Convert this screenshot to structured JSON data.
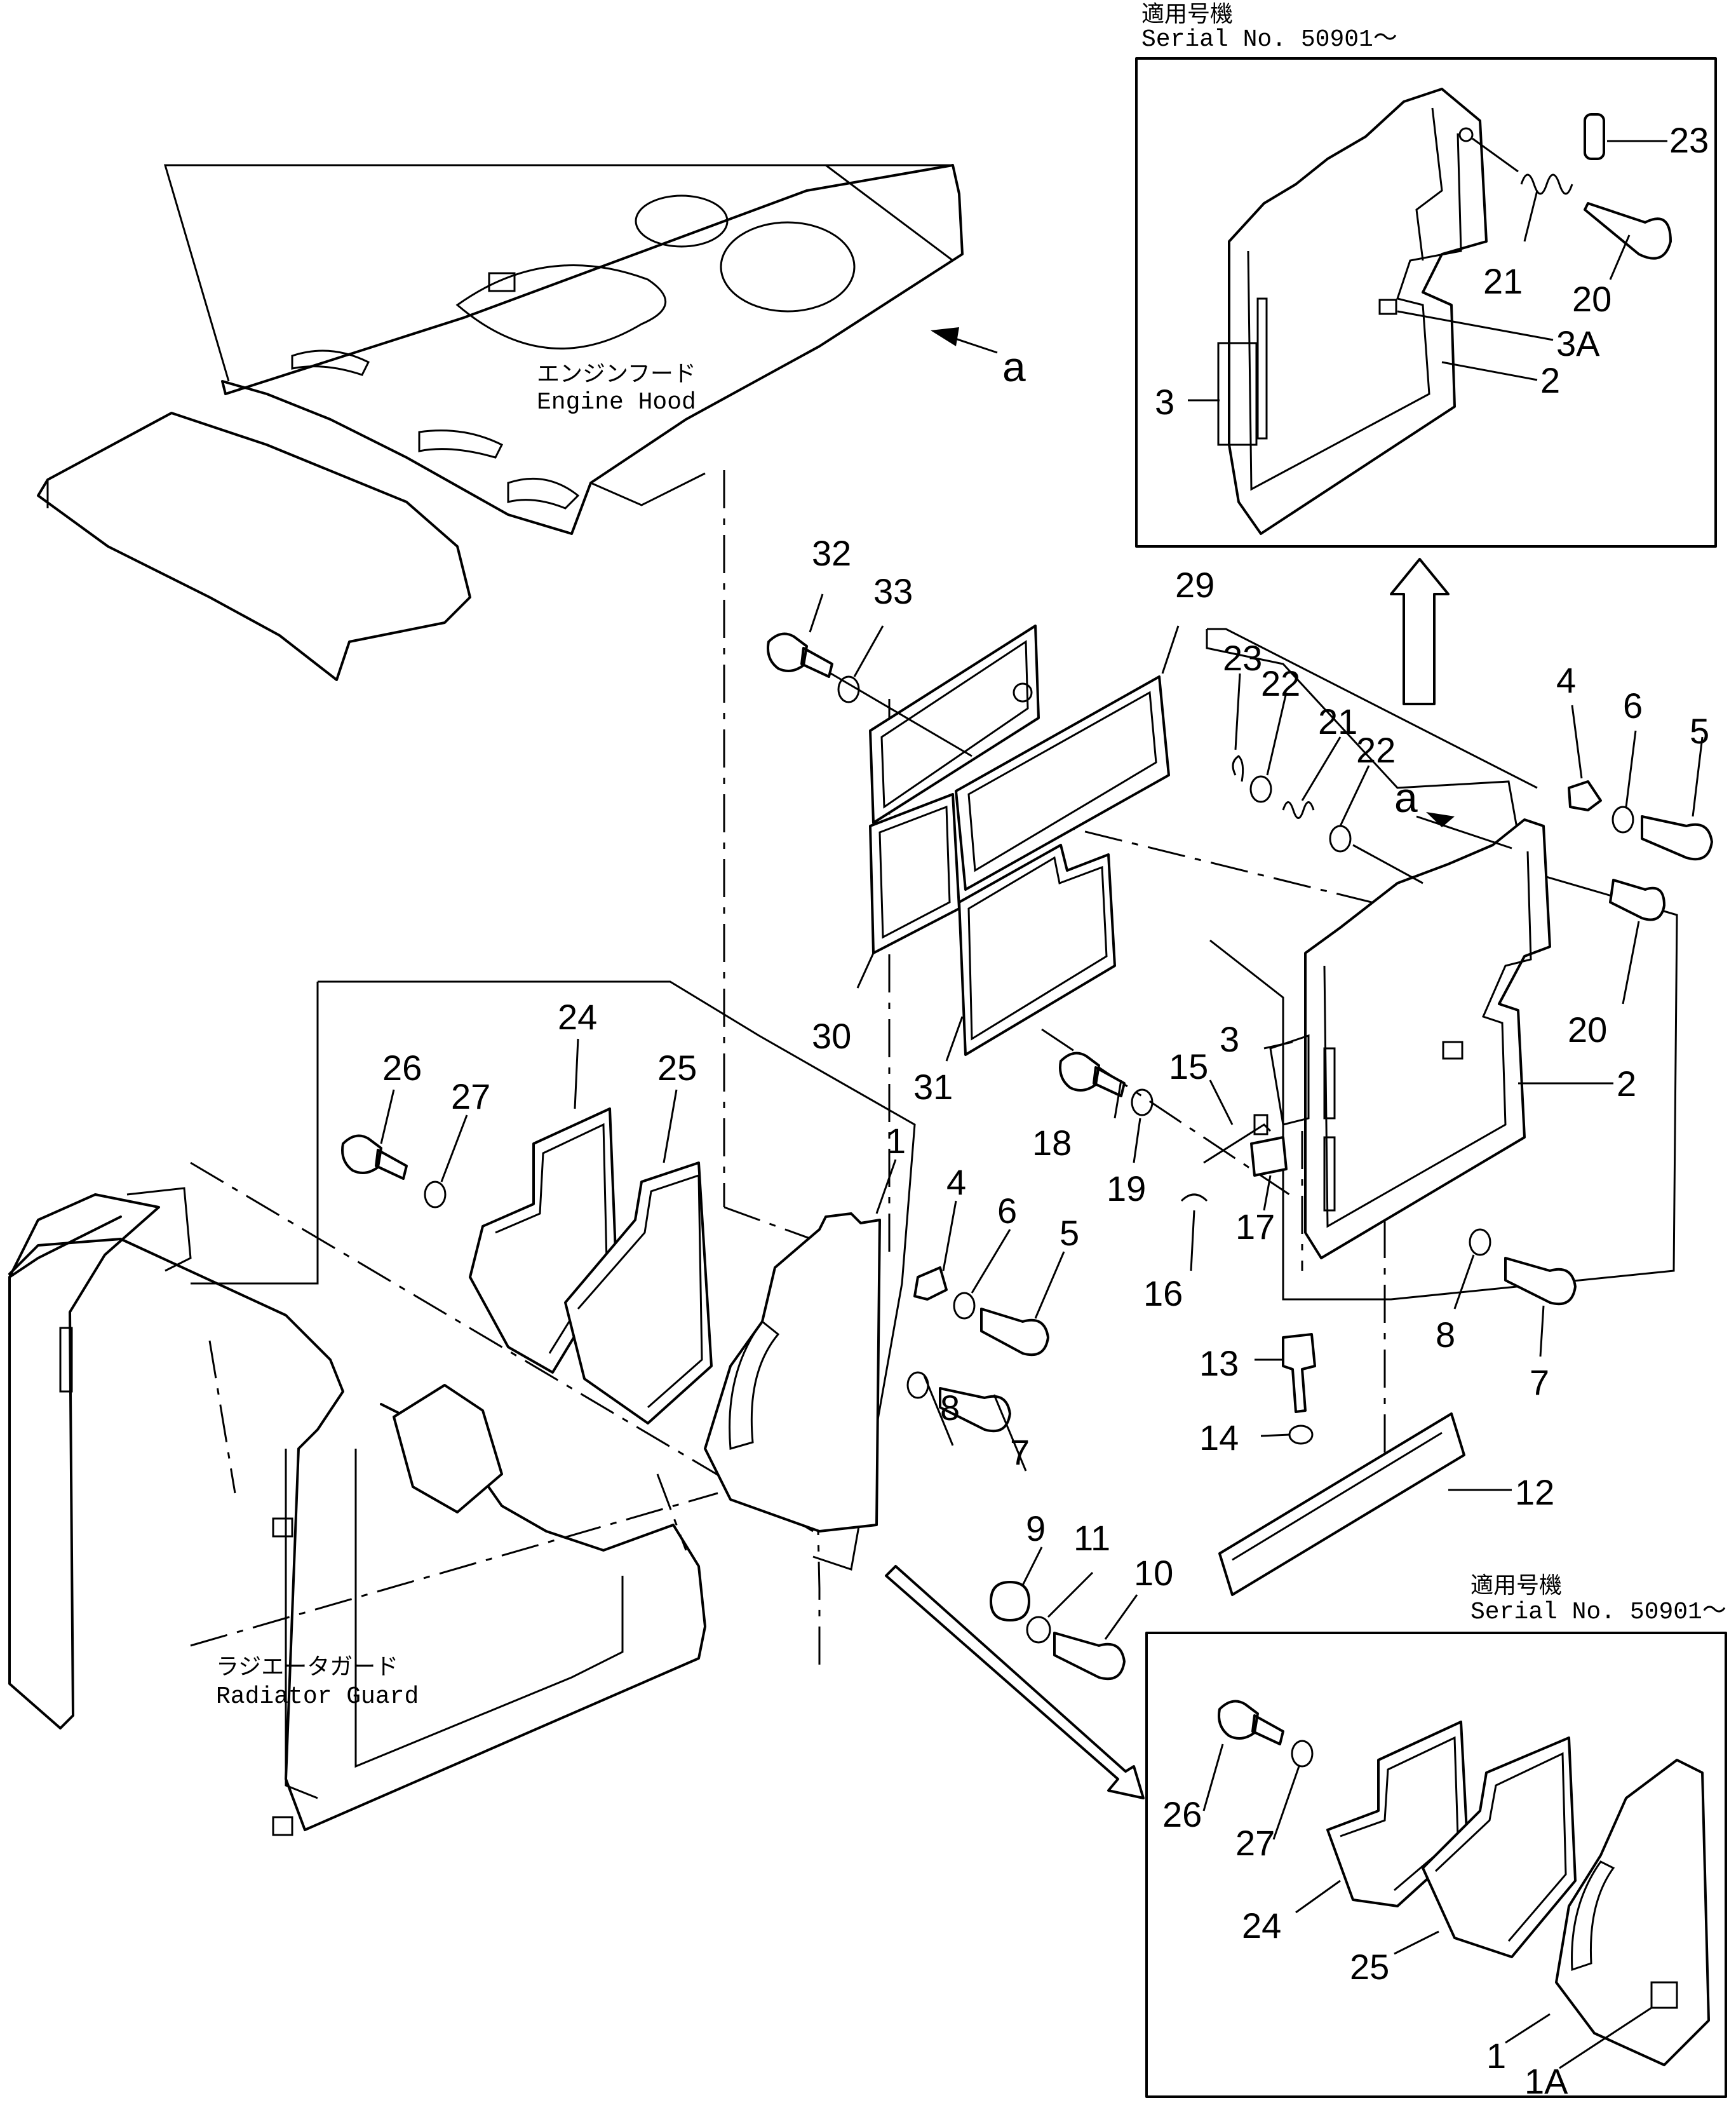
{
  "inset_top": {
    "header_ja": "適用号機",
    "header_serial": "Serial  No. 50901～",
    "callouts": [
      "23",
      "21",
      "20",
      "3A",
      "2",
      "3"
    ]
  },
  "inset_bottom": {
    "header_ja": "適用号機",
    "header_serial": "Serial  No. 50901～",
    "callouts": [
      "26",
      "27",
      "24",
      "25",
      "1",
      "1A"
    ]
  },
  "captions": {
    "engine_hood_ja": "エンジンフード",
    "engine_hood_en": "Engine  Hood",
    "radiator_guard_ja": "ラジエータガード",
    "radiator_guard_en": "Radiator  Guard"
  },
  "view_marker": "a",
  "callouts": [
    "32",
    "33",
    "29",
    "30",
    "31",
    "23",
    "22",
    "21",
    "22",
    "4",
    "6",
    "5",
    "3",
    "20",
    "2",
    "18",
    "15",
    "19",
    "17",
    "16",
    "8",
    "7",
    "13",
    "14",
    "12",
    "24",
    "25",
    "26",
    "27",
    "1",
    "4",
    "6",
    "5",
    "8",
    "7",
    "9",
    "11",
    "10"
  ],
  "icons": [
    "leader-arrow-icon",
    "hollow-up-arrow-icon",
    "hollow-diagonal-arrow-icon"
  ]
}
